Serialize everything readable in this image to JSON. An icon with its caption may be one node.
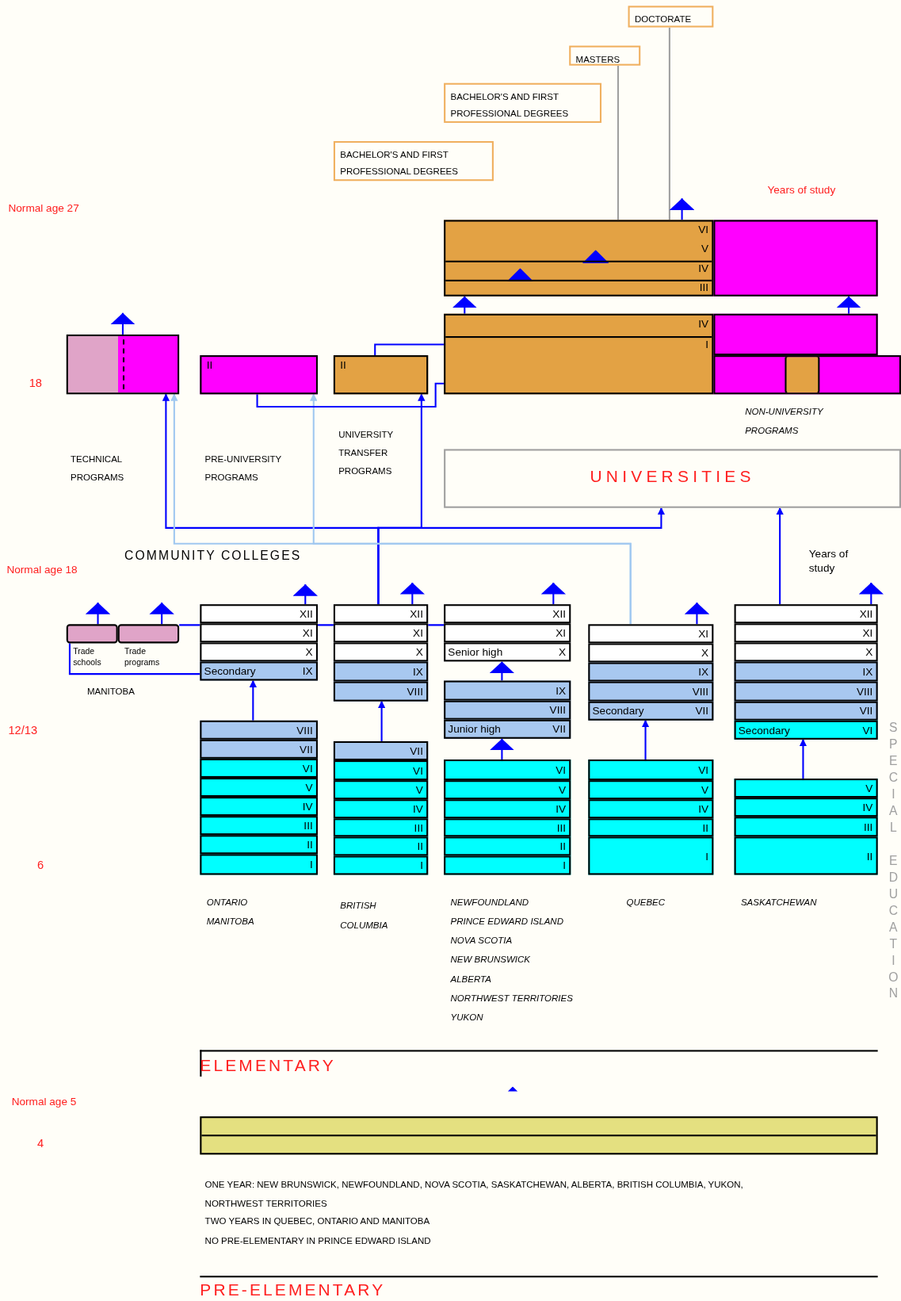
{
  "diagram": {
    "nodes": [
      {
        "text": [
          "DOCTORATE"
        ]
      },
      {
        "text": [
          "MASTERS"
        ]
      },
      {
        "text": [
          "BACHELOR'S AND FIRST PROFESSIONAL DEGREES"
        ]
      },
      {
        "text": [
          "BACHELOR'S AND FIRST PROFESSIONAL DEGREES"
        ]
      },
      {
        "text": [
          "VI",
          "V",
          "IV",
          "III"
        ]
      },
      {
        "text": [
          "IV",
          "I"
        ]
      },
      {
        "text": [],
        "shape": "bar"
      },
      {
        "text": [
          "II"
        ]
      },
      {
        "text": [
          "II"
        ]
      },
      {
        "text": [
          "UNIVERSITIES"
        ]
      },
      {
        "text": [],
        "shape": "box",
        "beside": [
          "Trade schools"
        ]
      },
      {
        "text": [],
        "shape": "box",
        "beside": [
          "Trade programs"
        ]
      },
      {
        "text": [
          "XII"
        ]
      },
      {
        "text": [
          "XI"
        ]
      },
      {
        "text": [
          "X"
        ]
      },
      {
        "text": [
          "Secondary",
          "IX"
        ]
      },
      {
        "text": [
          "VIII"
        ]
      },
      {
        "text": [
          "VII"
        ]
      },
      {
        "text": [
          "VI"
        ]
      },
      {
        "text": [
          "V"
        ]
      },
      {
        "text": [
          "IV"
        ]
      },
      {
        "text": [
          "III"
        ]
      },
      {
        "text": [
          "II"
        ]
      },
      {
        "text": [
          "I"
        ]
      },
      {
        "text": [
          "XII"
        ]
      },
      {
        "text": [
          "XI"
        ]
      },
      {
        "text": [
          "X"
        ]
      },
      {
        "text": [
          "IX"
        ]
      },
      {
        "text": [
          "VIII"
        ]
      },
      {
        "text": [
          "VII"
        ]
      },
      {
        "text": [
          "VI"
        ]
      },
      {
        "text": [
          "V"
        ]
      },
      {
        "text": [
          "IV"
        ]
      },
      {
        "text": [
          "III"
        ]
      },
      {
        "text": [
          "II"
        ]
      },
      {
        "text": [
          "I"
        ]
      },
      {
        "text": [
          "XII"
        ]
      },
      {
        "text": [
          "XI"
        ]
      },
      {
        "text": [
          "Senior high",
          "X"
        ]
      },
      {
        "text": [
          "IX"
        ]
      },
      {
        "text": [
          "VIII"
        ]
      },
      {
        "text": [
          "Junior high",
          "VII"
        ]
      },
      {
        "text": [
          "VI"
        ]
      },
      {
        "text": [
          "V"
        ]
      },
      {
        "text": [
          "IV"
        ]
      },
      {
        "text": [
          "III"
        ]
      },
      {
        "text": [
          "II"
        ]
      },
      {
        "text": [
          "I"
        ]
      },
      {
        "text": [
          "XI"
        ]
      },
      {
        "text": [
          "X"
        ]
      },
      {
        "text": [
          "IX"
        ]
      },
      {
        "text": [
          "VIII"
        ]
      },
      {
        "text": [
          "Secondary",
          "VII"
        ]
      },
      {
        "text": [
          "VI"
        ]
      },
      {
        "text": [
          "V"
        ]
      },
      {
        "text": [
          "IV"
        ]
      },
      {
        "text": [
          "II"
        ]
      },
      {
        "text": [
          "I"
        ]
      },
      {
        "text": [
          "XII"
        ]
      },
      {
        "text": [
          "XI"
        ]
      },
      {
        "text": [
          "X"
        ]
      },
      {
        "text": [
          "IX"
        ]
      },
      {
        "text": [
          "VIII"
        ]
      },
      {
        "text": [
          "VII"
        ]
      },
      {
        "text": [
          "Secondary",
          "VI"
        ]
      },
      {
        "text": [
          "V"
        ]
      },
      {
        "text": [
          "IV"
        ]
      },
      {
        "text": [
          "III"
        ]
      },
      {
        "text": [
          "II"
        ]
      },
      {
        "text": [],
        "shape": "bar"
      },
      {
        "text": [],
        "shape": "bar"
      },
      {
        "text": [],
        "shape": "bar"
      },
      {
        "text": [],
        "shape": "box",
        "in": 71
      }
    ],
    "edges": [
      {
        "from": 1,
        "to": 4,
        "arrow": "none",
        "color": "#a0a0a0"
      },
      {
        "from": 0,
        "to": 4,
        "arrow": "none",
        "color": "#a0a0a0"
      },
      {
        "from": 16,
        "to": 15,
        "arrow": "to"
      },
      {
        "from": 29,
        "to": 28,
        "arrow": "to"
      },
      {
        "from": 53,
        "to": 52,
        "arrow": "to"
      },
      {
        "from": 24,
        "to": 6,
        "arrow": "to"
      },
      {
        "from": 24,
        "to": 8,
        "arrow": "to"
      },
      {
        "from": 24,
        "to": 9,
        "arrow": "to"
      },
      {
        "from": 58,
        "to": 9,
        "arrow": "to"
      },
      {
        "from": 48,
        "to": 6,
        "arrow": "to",
        "color": "#a0c8f0"
      },
      {
        "from": 48,
        "to": 7,
        "arrow": "to",
        "color": "#a0c8f0"
      },
      {
        "from": 10,
        "to": 15,
        "arrow": "none"
      },
      {
        "from": 11,
        "to": 37,
        "arrow": "none"
      },
      {
        "from": 8,
        "to": 5,
        "arrow": "none"
      },
      {
        "from": 7,
        "to": 5,
        "arrow": "none"
      },
      {
        "from": 39,
        "to": 38,
        "arrow": "to"
      },
      {
        "from": 42,
        "to": 41,
        "arrow": "to"
      },
      {
        "from": 65,
        "to": 64,
        "arrow": "to"
      },
      {
        "from": 5,
        "to": 4,
        "arrow": "to"
      },
      {
        "from": 70,
        "to": 69,
        "arrow": "to"
      },
      {
        "from": 6,
        "to": null,
        "arrow": "to"
      },
      {
        "from": 4,
        "to": null,
        "arrow": "to"
      },
      {
        "from": 10,
        "to": null,
        "arrow": "to"
      },
      {
        "from": 11,
        "to": null,
        "arrow": "to"
      },
      {
        "from": 12,
        "to": null,
        "arrow": "to"
      },
      {
        "from": 24,
        "to": null,
        "arrow": "to"
      },
      {
        "from": 36,
        "to": null,
        "arrow": "to"
      },
      {
        "from": 48,
        "to": null,
        "arrow": "to"
      },
      {
        "from": 58,
        "to": null,
        "arrow": "to"
      }
    ],
    "labels": [
      "Years of study",
      "Normal age 27",
      "18",
      "NON-UNIVERSITY PROGRAMS",
      "UNIVERSITY TRANSFER PROGRAMS",
      "TECHNICAL PROGRAMS",
      "PRE-UNIVERSITY PROGRAMS",
      "COMMUNITY COLLEGES",
      "Years of study",
      "Normal age 18",
      "MANITOBA",
      "12/13",
      "SPECIAL EDUCATION",
      "6",
      "ONTARIO",
      "MANITOBA",
      "BRITISH COLUMBIA",
      "NEWFOUNDLAND",
      "PRINCE EDWARD ISLAND",
      "NOVA SCOTIA",
      "NEW BRUNSWICK",
      "ALBERTA",
      "NORTHWEST TERRITORIES",
      "YUKON",
      "QUEBEC",
      "SASKATCHEWAN",
      "ELEMENTARY",
      "Normal age 5",
      "4",
      "ONE YEAR: NEW BRUNSWICK, NEWFOUNDLAND, NOVA SCOTIA, SASKATCHEWAN, ALBERTA, BRITISH COLUMBIA, YUKON, NORTHWEST TERRITORIES",
      "TWO YEARS IN QUEBEC, ONTARIO AND MANITOBA",
      "NO PRE-ELEMENTARY IN PRINCE EDWARD ISLAND",
      "PRE-ELEMENTARY"
    ]
  }
}
